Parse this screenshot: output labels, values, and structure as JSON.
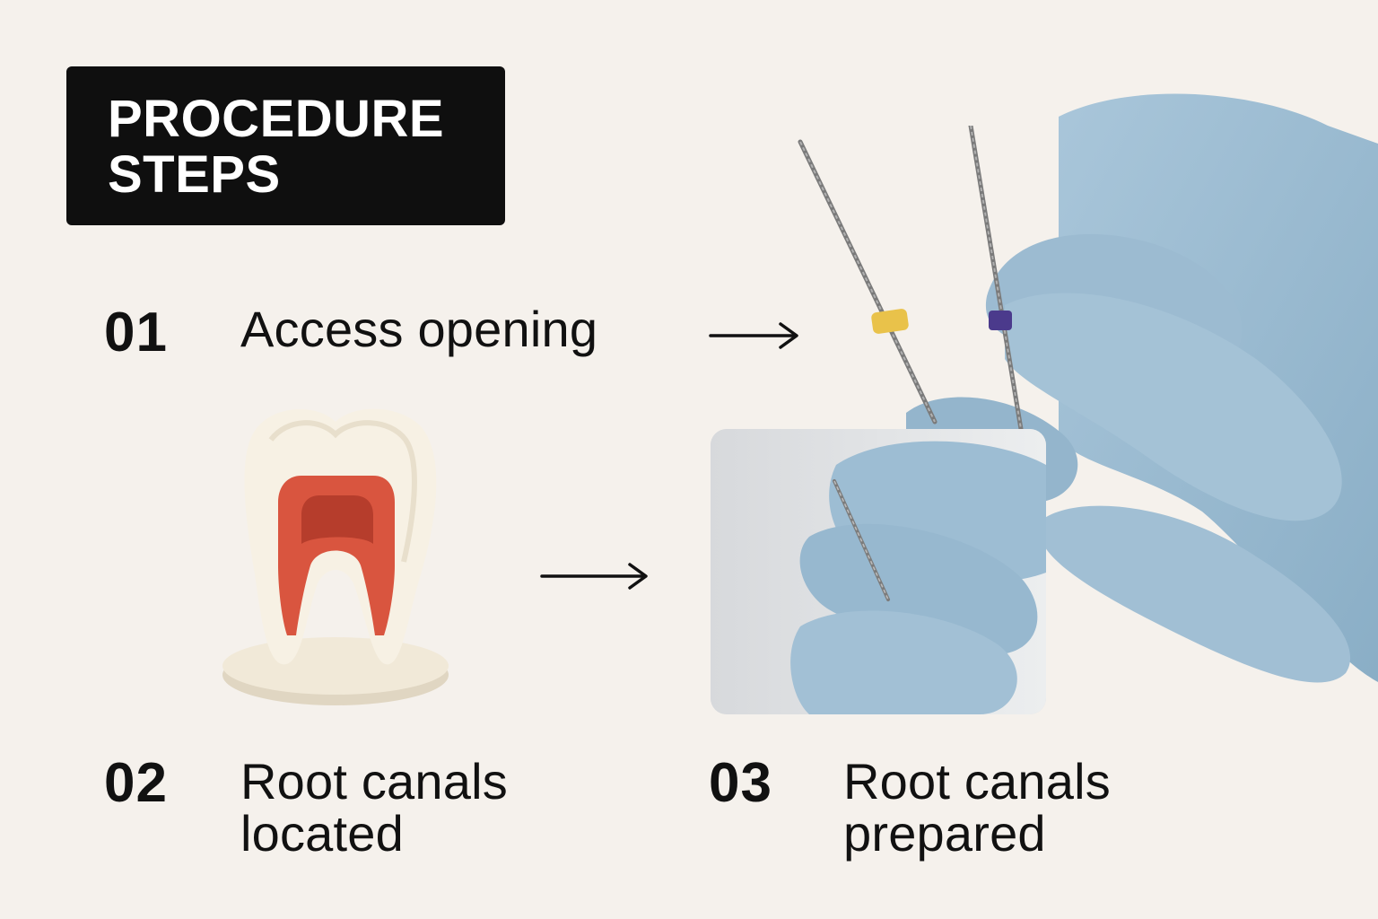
{
  "header": {
    "title_line1": "PROCEDURE",
    "title_line2": "STEPS"
  },
  "steps": [
    {
      "number": "01",
      "label_line1": "Access opening",
      "label_line2": ""
    },
    {
      "number": "02",
      "label_line1": "Root canals",
      "label_line2": "located"
    },
    {
      "number": "03",
      "label_line1": "Root canals",
      "label_line2": "prepared"
    }
  ],
  "colors": {
    "background": "#f5f1ec",
    "title_bg": "#0f0f0f",
    "glove": "#9dbdd3",
    "pulp": "#d9553f",
    "file_stop_yellow": "#e9c24a",
    "file_stop_purple": "#4b3a8c"
  },
  "icons": [
    "arrow-right-icon",
    "tooth-model-icon",
    "endodontic-file-icon",
    "gloved-hand-icon"
  ]
}
